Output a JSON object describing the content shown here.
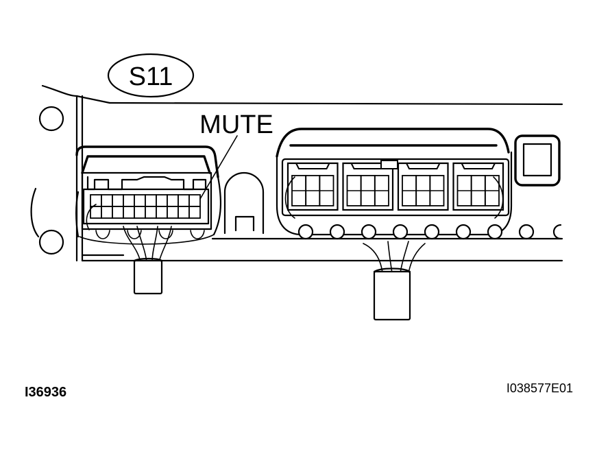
{
  "diagram": {
    "connector_callout": "S11",
    "terminal_label": "MUTE",
    "figure_code_left": "I36936",
    "figure_code_right": "I038577E01",
    "pin_grid": {
      "rows": 2,
      "columns": 10
    },
    "right_connector_cells": 4
  }
}
